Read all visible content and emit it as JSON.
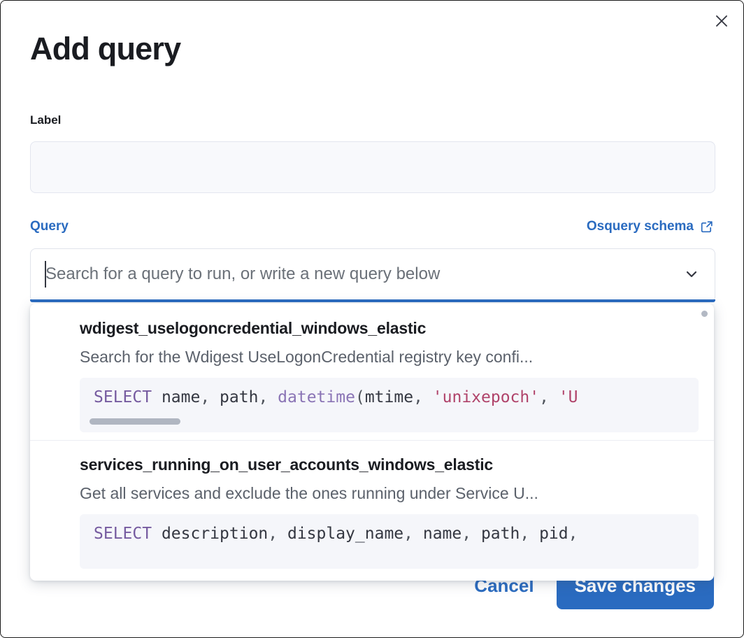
{
  "modal": {
    "title": "Add query",
    "close_icon": "close-icon"
  },
  "label_field": {
    "label": "Label",
    "value": "",
    "placeholder": ""
  },
  "query_field": {
    "label": "Query",
    "schema_link": "Osquery schema",
    "schema_link_icon": "external-link-icon",
    "placeholder": "Search for a query to run, or write a new query below",
    "value": "",
    "chevron_icon": "chevron-down-icon"
  },
  "dropdown": {
    "options": [
      {
        "title": "wdigest_uselogoncredential_windows_elastic",
        "description": "Search for the Wdigest UseLogonCredential registry key confi...",
        "code_tokens": [
          {
            "t": "SELECT",
            "c": "kw"
          },
          {
            "t": " name",
            "c": "plain"
          },
          {
            "t": ",",
            "c": "punc"
          },
          {
            "t": " path",
            "c": "plain"
          },
          {
            "t": ",",
            "c": "punc"
          },
          {
            "t": " ",
            "c": "plain"
          },
          {
            "t": "datetime",
            "c": "fn"
          },
          {
            "t": "(",
            "c": "punc"
          },
          {
            "t": "mtime",
            "c": "plain"
          },
          {
            "t": ",",
            "c": "punc"
          },
          {
            "t": " ",
            "c": "plain"
          },
          {
            "t": "'unixepoch'",
            "c": "str"
          },
          {
            "t": ",",
            "c": "punc"
          },
          {
            "t": " ",
            "c": "plain"
          },
          {
            "t": "'U",
            "c": "str"
          }
        ],
        "has_scrollbar": true
      },
      {
        "title": "services_running_on_user_accounts_windows_elastic",
        "description": "Get all services and exclude the ones running under Service U...",
        "code_tokens": [
          {
            "t": "SELECT",
            "c": "kw"
          },
          {
            "t": " description",
            "c": "plain"
          },
          {
            "t": ",",
            "c": "punc"
          },
          {
            "t": " display_name",
            "c": "plain"
          },
          {
            "t": ",",
            "c": "punc"
          },
          {
            "t": " name",
            "c": "plain"
          },
          {
            "t": ",",
            "c": "punc"
          },
          {
            "t": " path",
            "c": "plain"
          },
          {
            "t": ",",
            "c": "punc"
          },
          {
            "t": " pid",
            "c": "plain"
          },
          {
            "t": ",",
            "c": "punc"
          }
        ],
        "has_scrollbar": false
      }
    ]
  },
  "footer": {
    "cancel_label": "Cancel",
    "save_label": "Save changes"
  },
  "colors": {
    "accent": "#2a6bc0",
    "text": "#1a1c21",
    "muted": "#5b616b",
    "code_bg": "#f5f6fa",
    "keyword": "#765ba0",
    "function": "#8a74b5",
    "string": "#b0436a"
  }
}
